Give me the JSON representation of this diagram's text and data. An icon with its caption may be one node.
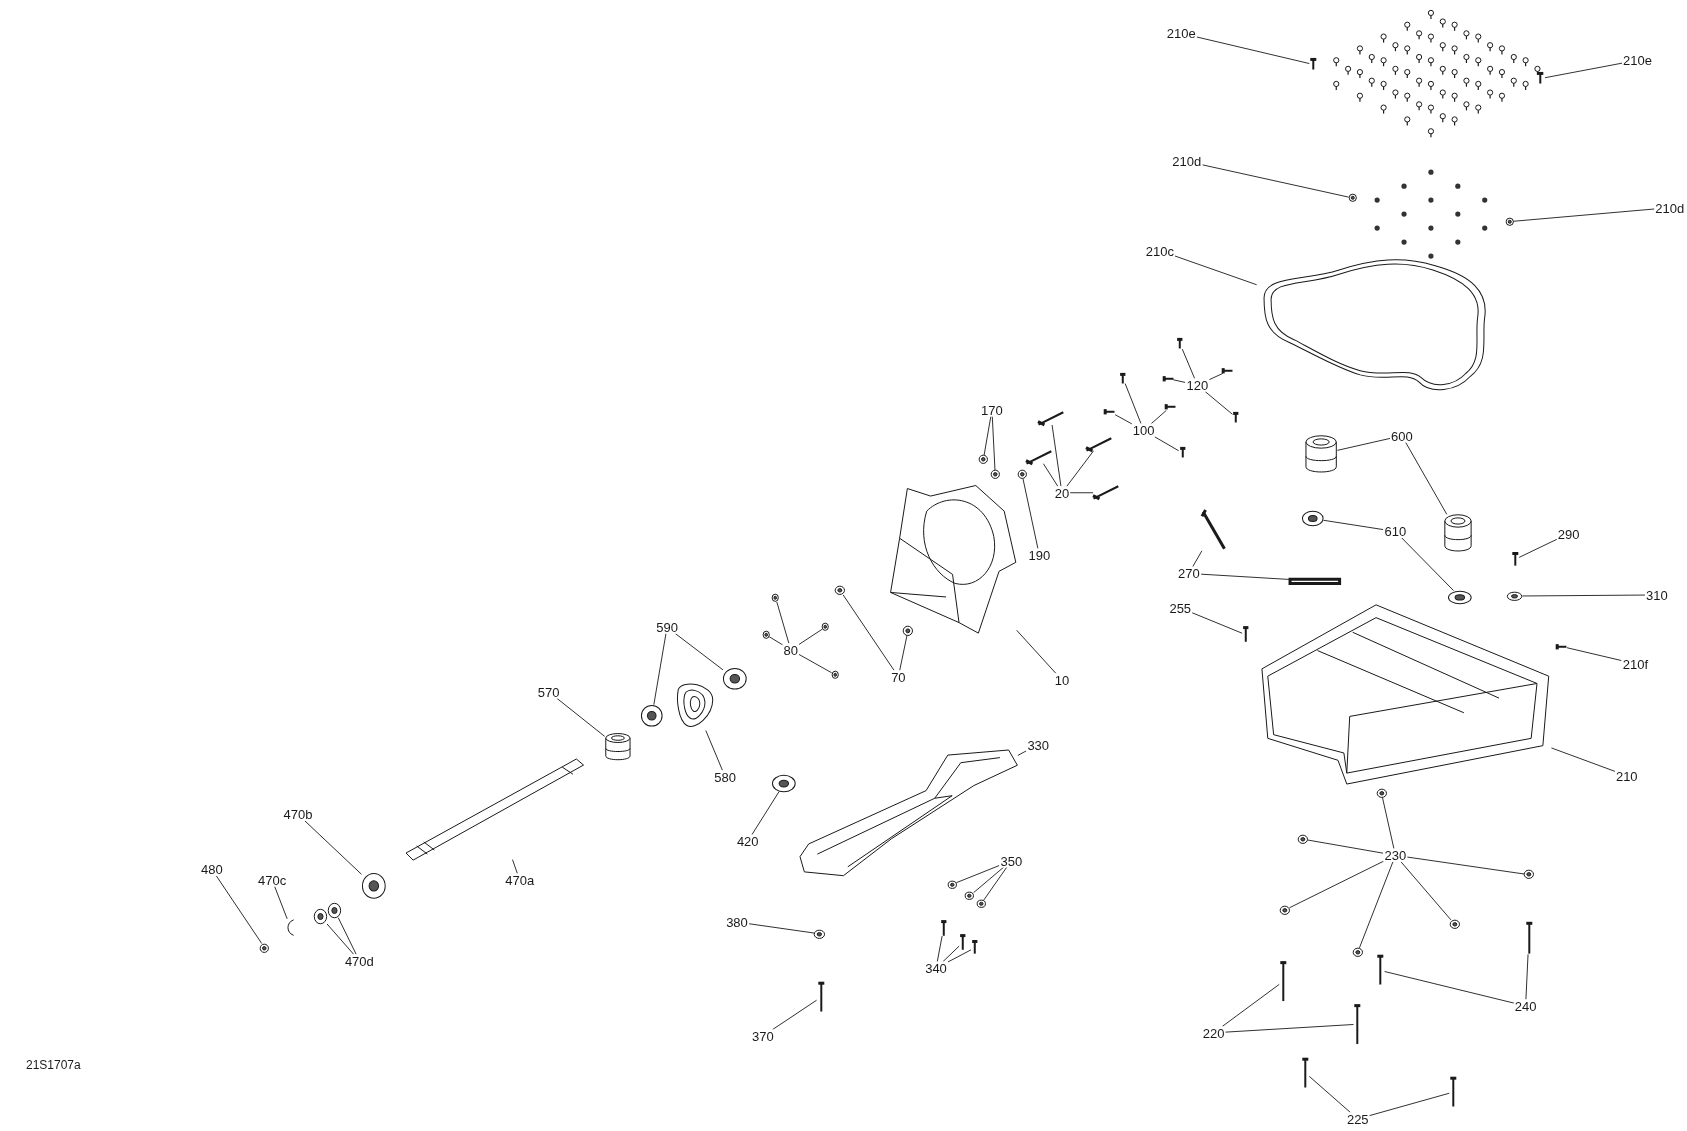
{
  "diagram": {
    "nodes": [
      {
        "text": [
          "210e"
        ]
      },
      {
        "text": [],
        "shape": "bar"
      },
      {
        "text": [
          "210e"
        ]
      },
      {
        "text": [],
        "shape": "bar"
      },
      {
        "text": [
          "210d"
        ]
      },
      {
        "text": [],
        "shape": "circle"
      },
      {
        "text": [
          "210d"
        ]
      },
      {
        "text": [],
        "shape": "circle"
      },
      {
        "text": [
          "210c"
        ]
      },
      {
        "text": [],
        "shape": "picture"
      },
      {
        "text": [
          "120"
        ]
      },
      {
        "text": [],
        "shape": "bar"
      },
      {
        "text": [],
        "shape": "bar"
      },
      {
        "text": [],
        "shape": "bar"
      },
      {
        "text": [],
        "shape": "bar"
      },
      {
        "text": [
          "100"
        ]
      },
      {
        "text": [],
        "shape": "bar"
      },
      {
        "text": [],
        "shape": "bar"
      },
      {
        "text": [],
        "shape": "bar"
      },
      {
        "text": [],
        "shape": "bar"
      },
      {
        "text": [
          "170"
        ]
      },
      {
        "text": [],
        "shape": "circle"
      },
      {
        "text": [],
        "shape": "circle"
      },
      {
        "text": [
          "20"
        ]
      },
      {
        "text": [],
        "shape": "bar"
      },
      {
        "text": [],
        "shape": "bar"
      },
      {
        "text": [],
        "shape": "bar"
      },
      {
        "text": [],
        "shape": "bar"
      },
      {
        "text": [
          "190"
        ]
      },
      {
        "text": [],
        "shape": "circle"
      },
      {
        "text": [
          "600"
        ]
      },
      {
        "text": [],
        "shape": "cylinder"
      },
      {
        "text": [],
        "shape": "cylinder"
      },
      {
        "text": [
          "610"
        ]
      },
      {
        "text": [],
        "shape": "circle"
      },
      {
        "text": [],
        "shape": "circle"
      },
      {
        "text": [
          "290"
        ]
      },
      {
        "text": [],
        "shape": "bar"
      },
      {
        "text": [
          "310"
        ]
      },
      {
        "text": [],
        "shape": "circle"
      },
      {
        "text": [
          "270"
        ]
      },
      {
        "text": [],
        "shape": "bar"
      },
      {
        "text": [],
        "shape": "bar"
      },
      {
        "text": [
          "255"
        ]
      },
      {
        "text": [],
        "shape": "bar"
      },
      {
        "text": [
          "210f"
        ]
      },
      {
        "text": [],
        "shape": "bar"
      },
      {
        "text": [
          "210"
        ]
      },
      {
        "text": [],
        "shape": "picture"
      },
      {
        "text": [
          "10"
        ]
      },
      {
        "text": [],
        "shape": "picture"
      },
      {
        "text": [
          "70"
        ]
      },
      {
        "text": [],
        "shape": "circle"
      },
      {
        "text": [],
        "shape": "circle"
      },
      {
        "text": [
          "80"
        ]
      },
      {
        "text": [],
        "shape": "circle"
      },
      {
        "text": [],
        "shape": "circle"
      },
      {
        "text": [],
        "shape": "circle"
      },
      {
        "text": [],
        "shape": "circle"
      },
      {
        "text": [
          "590"
        ]
      },
      {
        "text": [],
        "shape": "circle"
      },
      {
        "text": [],
        "shape": "circle"
      },
      {
        "text": [
          "570"
        ]
      },
      {
        "text": [],
        "shape": "cylinder"
      },
      {
        "text": [
          "580"
        ]
      },
      {
        "text": [],
        "shape": "picture"
      },
      {
        "text": [
          "330"
        ]
      },
      {
        "text": [],
        "shape": "picture"
      },
      {
        "text": [
          "420"
        ]
      },
      {
        "text": [],
        "shape": "circle"
      },
      {
        "text": [
          "350"
        ]
      },
      {
        "text": [],
        "shape": "circle"
      },
      {
        "text": [],
        "shape": "circle"
      },
      {
        "text": [],
        "shape": "circle"
      },
      {
        "text": [
          "470b"
        ]
      },
      {
        "text": [],
        "shape": "circle"
      },
      {
        "text": [
          "470a"
        ]
      },
      {
        "text": [],
        "shape": "picture"
      },
      {
        "text": [
          "480"
        ]
      },
      {
        "text": [],
        "shape": "circle"
      },
      {
        "text": [
          "470c"
        ]
      },
      {
        "text": [],
        "shape": "picture"
      },
      {
        "text": [
          "470d"
        ]
      },
      {
        "text": [],
        "shape": "circle"
      },
      {
        "text": [],
        "shape": "circle"
      },
      {
        "text": [
          "380"
        ]
      },
      {
        "text": [],
        "shape": "circle"
      },
      {
        "text": [
          "340"
        ]
      },
      {
        "text": [],
        "shape": "bar"
      },
      {
        "text": [],
        "shape": "bar"
      },
      {
        "text": [],
        "shape": "bar"
      },
      {
        "text": [
          "370"
        ]
      },
      {
        "text": [],
        "shape": "bar"
      },
      {
        "text": [
          "230"
        ]
      },
      {
        "text": [],
        "shape": "circle"
      },
      {
        "text": [],
        "shape": "circle"
      },
      {
        "text": [],
        "shape": "circle"
      },
      {
        "text": [],
        "shape": "circle"
      },
      {
        "text": [],
        "shape": "circle"
      },
      {
        "text": [],
        "shape": "circle"
      },
      {
        "text": [
          "240"
        ]
      },
      {
        "text": [],
        "shape": "bar"
      },
      {
        "text": [],
        "shape": "bar"
      },
      {
        "text": [
          "220"
        ]
      },
      {
        "text": [],
        "shape": "bar"
      },
      {
        "text": [],
        "shape": "bar"
      },
      {
        "text": [
          "225"
        ]
      },
      {
        "text": [],
        "shape": "bar"
      },
      {
        "text": [],
        "shape": "bar"
      }
    ],
    "edges": [
      {
        "from": 0,
        "to": 1,
        "arrow": "none"
      },
      {
        "from": 2,
        "to": 3,
        "arrow": "none"
      },
      {
        "from": 4,
        "to": 5,
        "arrow": "none"
      },
      {
        "from": 6,
        "to": 7,
        "arrow": "none"
      },
      {
        "from": 8,
        "to": 9,
        "arrow": "none"
      },
      {
        "from": 10,
        "to": 11,
        "arrow": "none"
      },
      {
        "from": 10,
        "to": 12,
        "arrow": "none"
      },
      {
        "from": 10,
        "to": 13,
        "arrow": "none"
      },
      {
        "from": 10,
        "to": 14,
        "arrow": "none"
      },
      {
        "from": 15,
        "to": 16,
        "arrow": "none"
      },
      {
        "from": 15,
        "to": 17,
        "arrow": "none"
      },
      {
        "from": 15,
        "to": 18,
        "arrow": "none"
      },
      {
        "from": 15,
        "to": 19,
        "arrow": "none"
      },
      {
        "from": 20,
        "to": 21,
        "arrow": "none"
      },
      {
        "from": 20,
        "to": 22,
        "arrow": "none"
      },
      {
        "from": 23,
        "to": 24,
        "arrow": "none"
      },
      {
        "from": 23,
        "to": 25,
        "arrow": "none"
      },
      {
        "from": 23,
        "to": 26,
        "arrow": "none"
      },
      {
        "from": 23,
        "to": 27,
        "arrow": "none"
      },
      {
        "from": 28,
        "to": 29,
        "arrow": "none"
      },
      {
        "from": 30,
        "to": 31,
        "arrow": "none"
      },
      {
        "from": 30,
        "to": 32,
        "arrow": "none"
      },
      {
        "from": 33,
        "to": 34,
        "arrow": "none"
      },
      {
        "from": 33,
        "to": 35,
        "arrow": "none"
      },
      {
        "from": 36,
        "to": 37,
        "arrow": "none"
      },
      {
        "from": 38,
        "to": 39,
        "arrow": "none"
      },
      {
        "from": 40,
        "to": 41,
        "arrow": "none"
      },
      {
        "from": 40,
        "to": 42,
        "arrow": "none"
      },
      {
        "from": 43,
        "to": 44,
        "arrow": "none"
      },
      {
        "from": 45,
        "to": 46,
        "arrow": "none"
      },
      {
        "from": 47,
        "to": 48,
        "arrow": "none"
      },
      {
        "from": 49,
        "to": 50,
        "arrow": "none"
      },
      {
        "from": 51,
        "to": 52,
        "arrow": "none"
      },
      {
        "from": 51,
        "to": 53,
        "arrow": "none"
      },
      {
        "from": 54,
        "to": 55,
        "arrow": "none"
      },
      {
        "from": 54,
        "to": 56,
        "arrow": "none"
      },
      {
        "from": 54,
        "to": 57,
        "arrow": "none"
      },
      {
        "from": 54,
        "to": 58,
        "arrow": "none"
      },
      {
        "from": 59,
        "to": 60,
        "arrow": "none"
      },
      {
        "from": 59,
        "to": 61,
        "arrow": "none"
      },
      {
        "from": 62,
        "to": 63,
        "arrow": "none"
      },
      {
        "from": 64,
        "to": 65,
        "arrow": "none"
      },
      {
        "from": 66,
        "to": 67,
        "arrow": "none"
      },
      {
        "from": 68,
        "to": 69,
        "arrow": "none"
      },
      {
        "from": 70,
        "to": 71,
        "arrow": "none"
      },
      {
        "from": 70,
        "to": 72,
        "arrow": "none"
      },
      {
        "from": 70,
        "to": 73,
        "arrow": "none"
      },
      {
        "from": 74,
        "to": 75,
        "arrow": "none"
      },
      {
        "from": 76,
        "to": 77,
        "arrow": "none"
      },
      {
        "from": 78,
        "to": 79,
        "arrow": "none"
      },
      {
        "from": 80,
        "to": 81,
        "arrow": "none"
      },
      {
        "from": 82,
        "to": 83,
        "arrow": "none"
      },
      {
        "from": 82,
        "to": 84,
        "arrow": "none"
      },
      {
        "from": 85,
        "to": 86,
        "arrow": "none"
      },
      {
        "from": 87,
        "to": 88,
        "arrow": "none"
      },
      {
        "from": 87,
        "to": 89,
        "arrow": "none"
      },
      {
        "from": 87,
        "to": 90,
        "arrow": "none"
      },
      {
        "from": 91,
        "to": 92,
        "arrow": "none"
      },
      {
        "from": 93,
        "to": 94,
        "arrow": "none"
      },
      {
        "from": 93,
        "to": 95,
        "arrow": "none"
      },
      {
        "from": 93,
        "to": 96,
        "arrow": "none"
      },
      {
        "from": 93,
        "to": 97,
        "arrow": "none"
      },
      {
        "from": 93,
        "to": 98,
        "arrow": "none"
      },
      {
        "from": 93,
        "to": 99,
        "arrow": "none"
      },
      {
        "from": 100,
        "to": 101,
        "arrow": "none"
      },
      {
        "from": 100,
        "to": 102,
        "arrow": "none"
      },
      {
        "from": 103,
        "to": 104,
        "arrow": "none"
      },
      {
        "from": 103,
        "to": 105,
        "arrow": "none"
      },
      {
        "from": 106,
        "to": 107,
        "arrow": "none"
      },
      {
        "from": 106,
        "to": 108,
        "arrow": "none"
      }
    ],
    "labels": [
      "21S1707a"
    ]
  }
}
